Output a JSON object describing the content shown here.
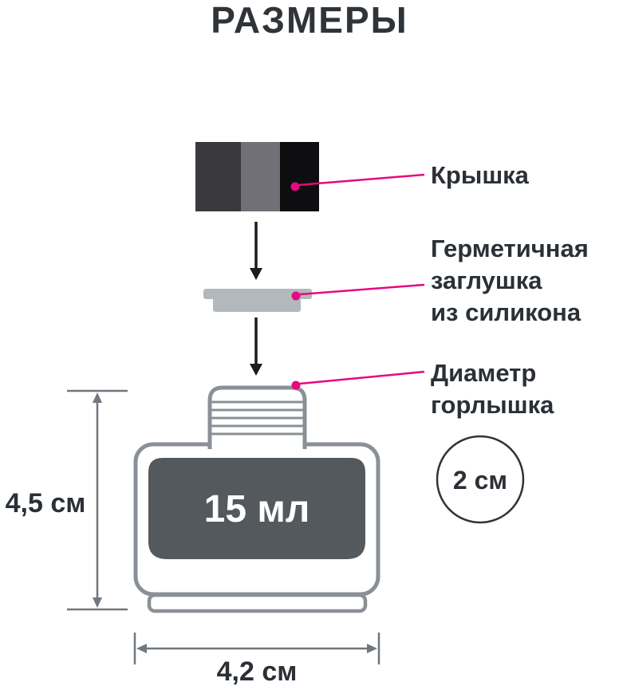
{
  "title": "РАЗМЕРЫ",
  "diagram": {
    "cap_label": "Крышка",
    "plug_label_lines": [
      "Герметичная",
      "заглушка",
      "из силикона"
    ],
    "neck_label_lines": [
      "Диаметр",
      "горлышка"
    ],
    "neck_diameter_value": "2 см",
    "volume_label": "15 мл",
    "height_value": "4,5 см",
    "width_value": "4,2 см"
  },
  "icons": {
    "down_arrow_1": "down-arrow",
    "down_arrow_2": "down-arrow",
    "callout_dot": "pink-pointer-dot"
  },
  "colors": {
    "accent_pink": "#E5097F",
    "outline_gray": "#8A9096",
    "label_dark": "#54595E",
    "text_dark": "#2B3036",
    "cap_left": "#3A3A3E",
    "cap_middle": "#707076",
    "cap_right": "#0E0E10",
    "plug_gray": "#B3B8BD"
  }
}
